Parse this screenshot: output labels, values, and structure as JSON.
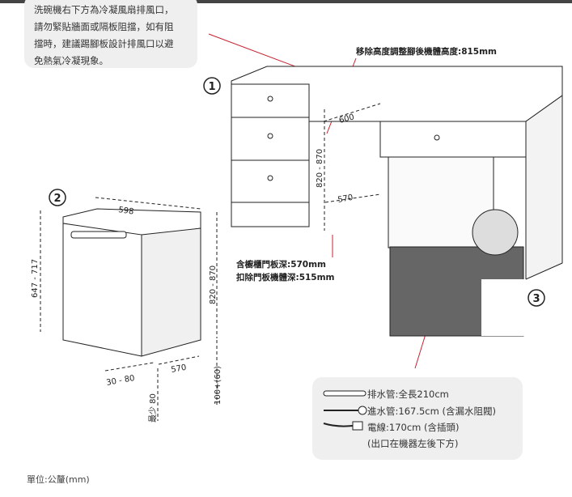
{
  "note": {
    "lines": [
      "洗碗機右下方為冷凝風扇排風口，",
      "請勿緊貼牆面或隔板阻擋，如有阻",
      "擋時，建議踢腳板設計排風口以避",
      "免熱氣冷凝現象。"
    ]
  },
  "callouts": {
    "height_removed": "移除高度調整腳後機體高度:815mm",
    "door_depth": "含櫥櫃門板深:570mm",
    "body_depth": "扣除門板機體深:515mm"
  },
  "markers": {
    "one": "1",
    "two": "2",
    "three": "3"
  },
  "dims": {
    "cab_width": "600",
    "cab_depth": "570",
    "cab_height": "820 - 870",
    "dw_width": "598",
    "dw_height": "647 - 717",
    "dw_total_height": "820 - 870",
    "dw_depth": "570",
    "plinth": "30 - 80",
    "min_gap": "最少 80",
    "plinth_height": "100+(60)"
  },
  "legend": {
    "drain": "排水管:全長210cm",
    "inlet": "進水管:167.5cm (含漏水阻閥)",
    "power": "電線:170cm (含插頭)",
    "power_note": "(出口在機器左後下方)"
  },
  "unit": "單位:公釐(mm)",
  "colors": {
    "leader": "#c8202f",
    "line": "#222222",
    "box": "#efefef"
  }
}
